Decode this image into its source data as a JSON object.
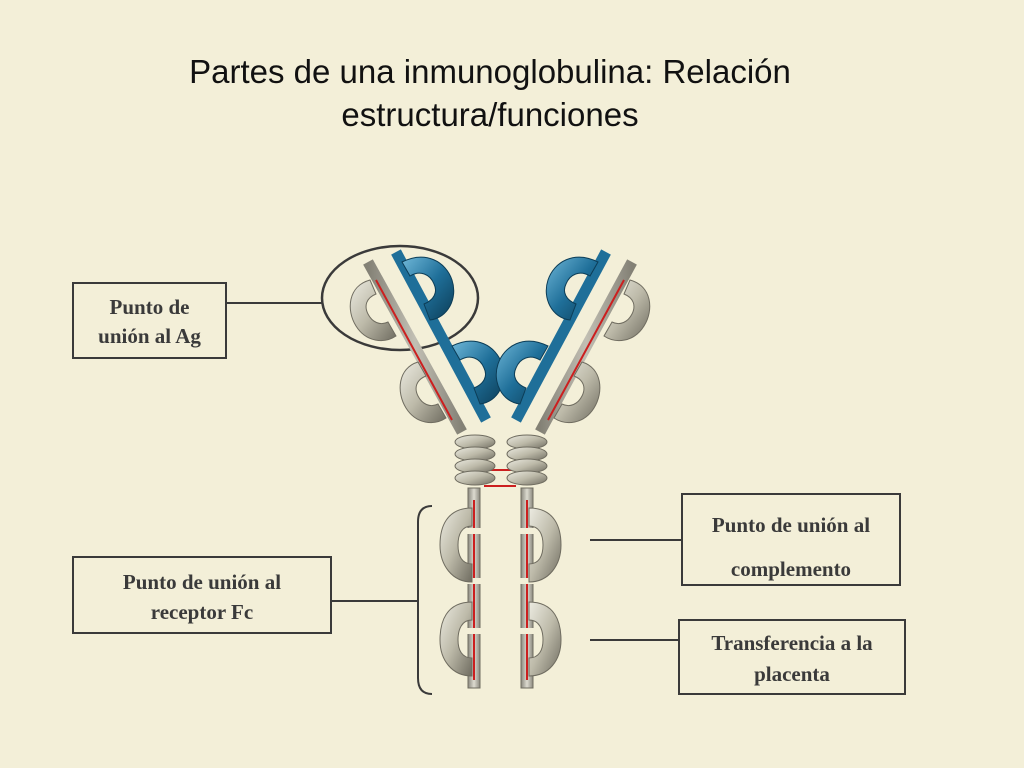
{
  "title": {
    "line1": "Partes de una inmunoglobulina: Relación",
    "line2": "estructura/funciones"
  },
  "labels": {
    "antigen_site": {
      "line1": "Punto de",
      "line2": "unión al Ag"
    },
    "fc_receptor": {
      "line1": "Punto de unión al",
      "line2": "receptor Fc"
    },
    "complement": {
      "line1": "Punto de unión al",
      "line2": "complemento"
    },
    "placenta": {
      "line1": "Transferencia a la",
      "line2": "placenta"
    }
  },
  "colors": {
    "background": "#f3efd8",
    "heavy_chain": "#c9c6b6",
    "light_chain": "#1f6f99",
    "disulfide_bond": "#cc1f1f",
    "outline": "#3a3a3a"
  }
}
